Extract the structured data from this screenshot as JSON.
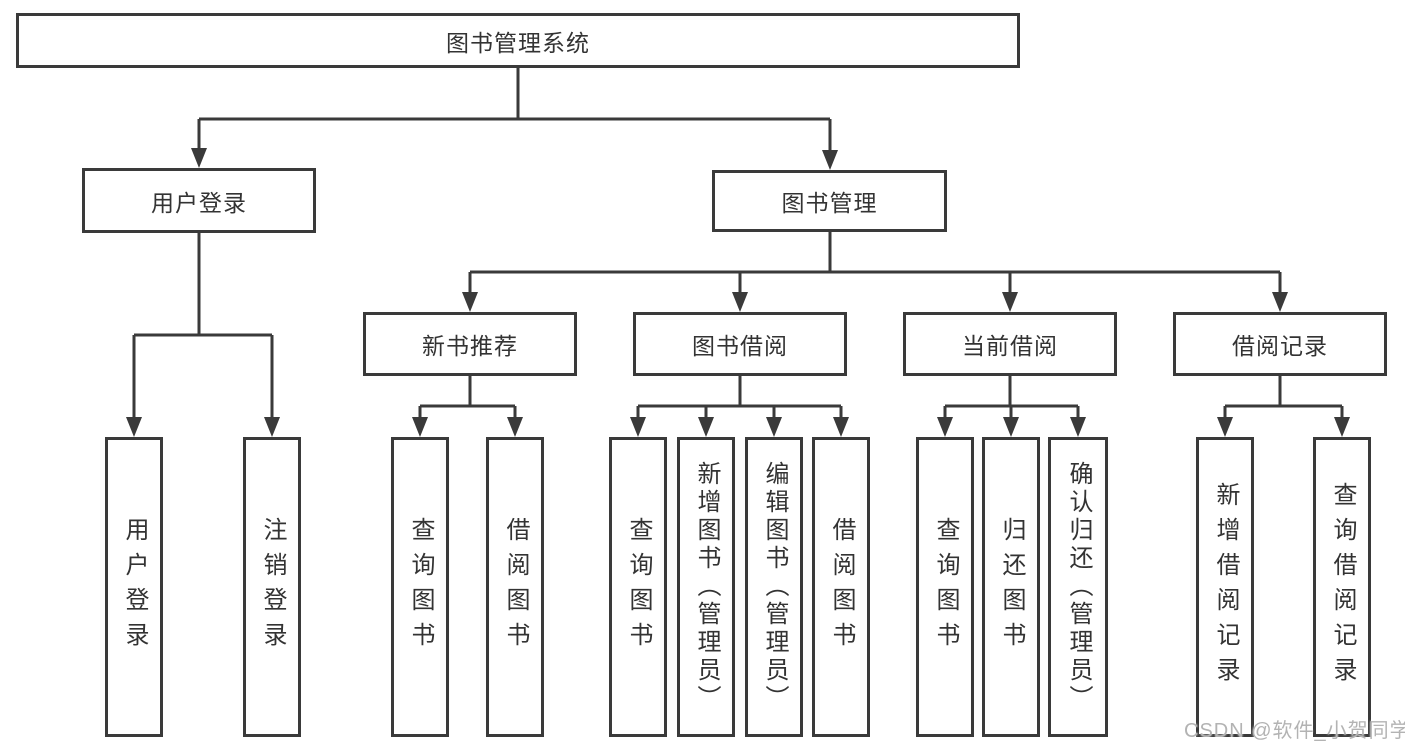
{
  "tree": {
    "root": "图书管理系统",
    "branches": [
      {
        "label": "用户登录",
        "children": [
          "用户登录",
          "注销登录"
        ]
      },
      {
        "label": "图书管理",
        "groups": [
          {
            "label": "新书推荐",
            "children": [
              "查询图书",
              "借阅图书"
            ]
          },
          {
            "label": "图书借阅",
            "children": [
              "查询图书",
              "新增图书（管理员）",
              "编辑图书（管理员）",
              "借阅图书"
            ]
          },
          {
            "label": "当前借阅",
            "children": [
              "查询图书",
              "归还图书",
              "确认归还（管理员）"
            ]
          },
          {
            "label": "借阅记录",
            "children": [
              "新增借阅记录",
              "查询借阅记录"
            ]
          }
        ]
      }
    ]
  },
  "watermark": "CSDN @软件_小贺同学",
  "colors": {
    "line": "#3a3a3a",
    "text": "#333333",
    "watermark": "#b3b3b3",
    "background": "#ffffff"
  }
}
